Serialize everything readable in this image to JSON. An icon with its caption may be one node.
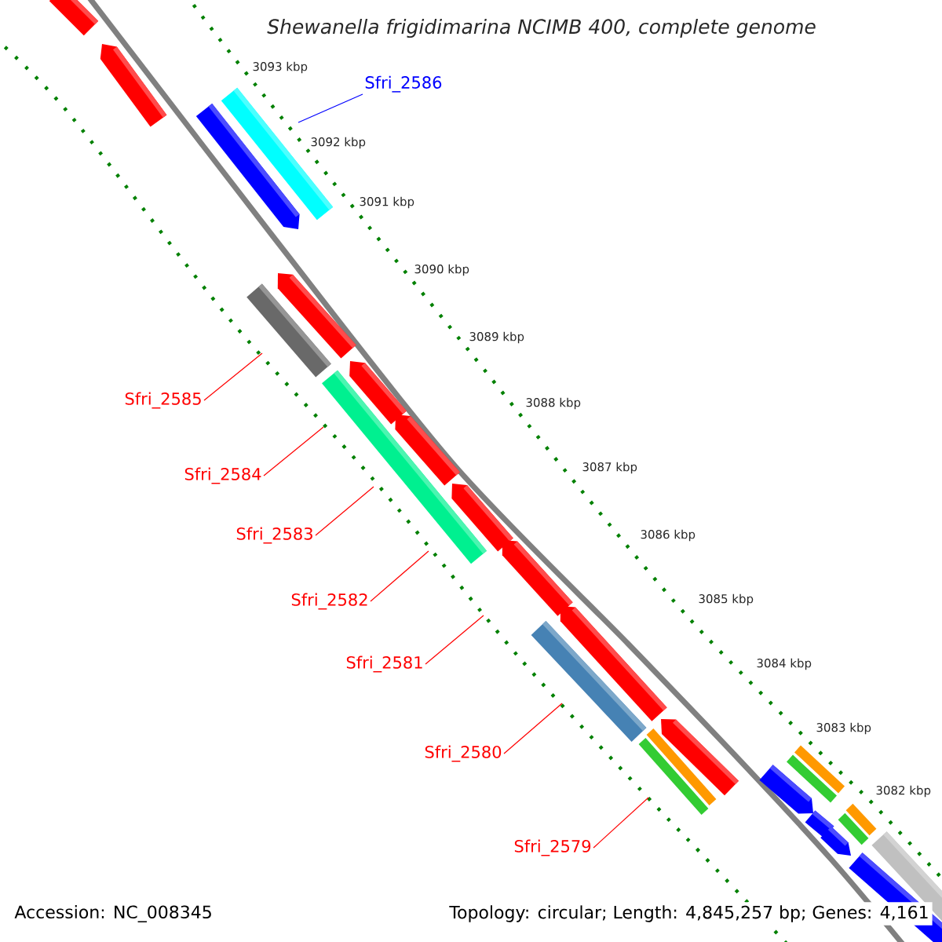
{
  "diagram": {
    "title": "Shewanella frigidimarina NCIMB 400, complete genome",
    "nodes": [
      {
        "text": [
          "Sfri_2585"
        ]
      },
      {
        "text": [
          "Sfri_2584"
        ]
      },
      {
        "text": [
          "Sfri_2583"
        ]
      },
      {
        "text": [
          "Sfri_2582"
        ]
      },
      {
        "text": [
          "Sfri_2581"
        ]
      },
      {
        "text": [
          "Sfri_2580"
        ]
      },
      {
        "text": [
          "Sfri_2579"
        ]
      },
      {
        "text": [
          "Sfri_2586"
        ]
      }
    ],
    "edges": [
      {
        "from": 0,
        "to": null,
        "arrow": "none"
      },
      {
        "from": 1,
        "to": null,
        "arrow": "none"
      },
      {
        "from": 2,
        "to": null,
        "arrow": "none"
      },
      {
        "from": 3,
        "to": null,
        "arrow": "none"
      },
      {
        "from": 4,
        "to": null,
        "arrow": "none"
      },
      {
        "from": 5,
        "to": null,
        "arrow": "none"
      },
      {
        "from": 6,
        "to": null,
        "arrow": "none"
      },
      {
        "from": 7,
        "to": null,
        "arrow": "none",
        "color": "#0000ff"
      }
    ],
    "labels": [
      "3093 kbp",
      "3092 kbp",
      "3091 kbp",
      "3090 kbp",
      "3089 kbp",
      "3088 kbp",
      "3087 kbp",
      "3086 kbp",
      "3085 kbp",
      "3084 kbp",
      "3083 kbp",
      "3082 kbp",
      "Accession: NC_008345",
      "Topology: circular; Length: 4,845,257 bp; Genes: 4,161"
    ]
  }
}
